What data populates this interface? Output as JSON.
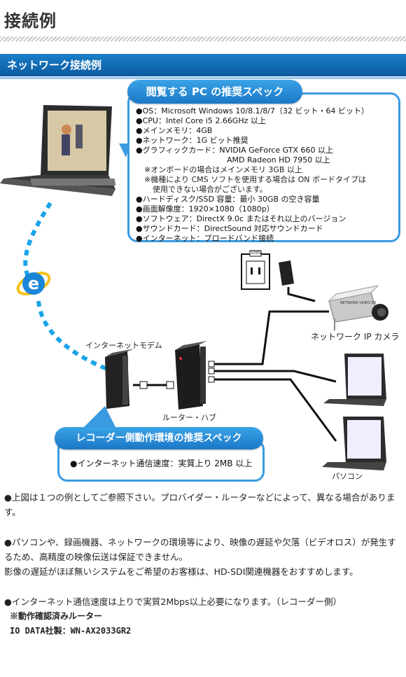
{
  "page": {
    "title": "接続例",
    "section_title": "ネットワーク接続例"
  },
  "pc_spec": {
    "heading": "閲覧する PC の推奨スペック",
    "lines": [
      "●OS：Microsoft Windows 10/8.1/8/7（32 ビット・64 ビット）",
      "●CPU：Intel Core i5 2.66GHz 以上",
      "●メインメモリ：4GB",
      "●ネットワーク：1G ビット推奨",
      "●グラフィックカード：NVIDIA GeForce GTX 660 以上",
      "AMD Radeon HD 7950 以上",
      "※オンボードの場合はメインメモリ 3GB 以上",
      "※機種により CMS ソフトを使用する場合は ON ボードタイプは",
      "使用できない場合がございます。",
      "●ハードディスク/SSD 容量：最小 30GB の空き容量",
      "●画面解像度：1920×1080（1080p）",
      "●ソフトウェア：DirectX 9.0c またはそれ以上のバージョン",
      "●サウンドカード：DirectSound 対応サウンドカード",
      "●インターネット：ブロードバンド接続"
    ]
  },
  "recorder_spec": {
    "heading": "レコーダー側動作環境の推奨スペック",
    "lines": [
      "●インターネット通信速度：実質上り 2MB 以上"
    ]
  },
  "labels": {
    "modem": "インターネットモデム",
    "router": "ルーター・ハブ",
    "camera": "ネットワーク IP カメラ",
    "pc": "パソコン",
    "outlet": "100V",
    "camera_brand": "NETWORK VIDEO ER"
  },
  "notes": [
    "●上図は１つの例としてご参照下さい。プロバイダー・ルーターなどによって、異なる場合があります。",
    "●パソコンや、録画機器、ネットワークの環境等により、映像の遅延や欠落（ビデオロス）が発生するため、高精度の映像伝送は保証できません。",
    "影像の遅延がほぼ無いシステムをご希望のお客様は、HD-SDI関連機器をおすすめします。",
    "●インターネット通信速度は上りで実質2Mbps以上必要になります。（レコーダー側）",
    "※動作確認済みルーター",
    "IO DATA社製：WN-AX2033GR2"
  ],
  "colors": {
    "accent": "#1b78c8",
    "dots": "#1aa3e8"
  }
}
